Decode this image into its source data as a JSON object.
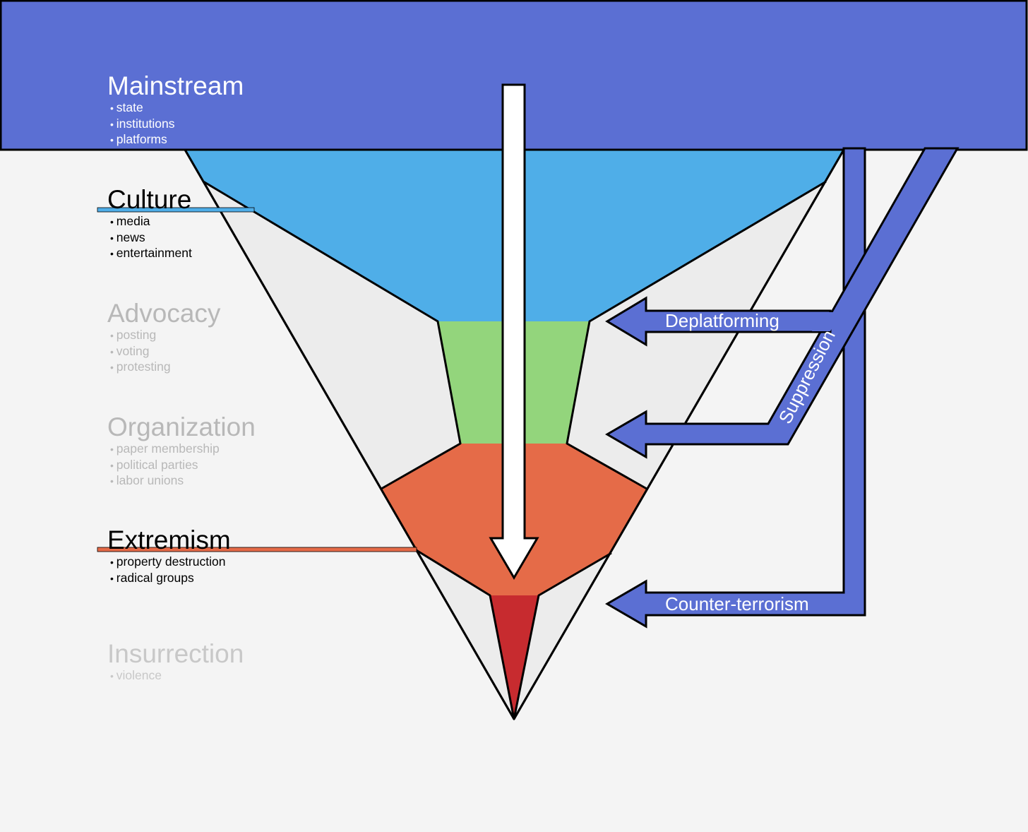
{
  "levels": [
    {
      "title": "Mainstream",
      "items": [
        "state",
        "institutions",
        "platforms"
      ],
      "color": "#5b6fd3",
      "text_color": "#ffffff"
    },
    {
      "title": "Culture",
      "items": [
        "media",
        "news",
        "entertainment"
      ],
      "color": "#4faee8",
      "text_color": "#000000"
    },
    {
      "title": "Advocacy",
      "items": [
        "posting",
        "voting",
        "protesting"
      ],
      "color": "#93d57c",
      "text_color": "#b8b8b8"
    },
    {
      "title": "Organization",
      "items": [
        "paper membership",
        "political parties",
        "labor unions"
      ],
      "color": "#e56b48",
      "text_color": "#b8b8b8"
    },
    {
      "title": "Extremism",
      "items": [
        "property destruction",
        "radical groups"
      ],
      "color": "#e56b48",
      "text_color": "#000000"
    },
    {
      "title": "Insurrection",
      "items": [
        "violence"
      ],
      "color": "#c72b2f",
      "text_color": "#c8c8c8"
    }
  ],
  "arrows": {
    "deplatforming": "Deplatforming",
    "suppression": "Suppression",
    "counter_terrorism": "Counter-terrorism"
  },
  "colors": {
    "background": "#f4f4f4",
    "mainstream_bar": "#5b6fd3",
    "funnel_gray": "#ececec",
    "culture": "#4faee8",
    "advocacy": "#93d57c",
    "extremism": "#e56b48",
    "insurrection": "#c72b2f"
  }
}
